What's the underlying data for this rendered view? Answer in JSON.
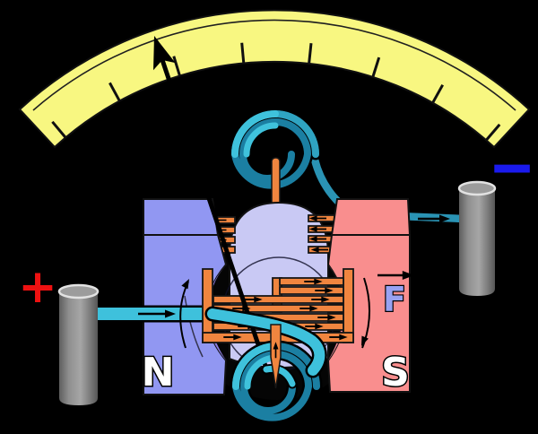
{
  "figure": {
    "kind": "galvanometer-mechanism-diagram",
    "background": "#000000"
  },
  "labels": {
    "north_pole": "N",
    "south_pole": "S",
    "force": "F",
    "positive_terminal": "+",
    "negative_terminal": "−"
  },
  "colors": {
    "scale_yellow": "#f8f781",
    "needle_black": "#000000",
    "coil_orange": "#f0853f",
    "core_lavender": "#c9c9f4",
    "magnet_north_blue": "#9197f2",
    "magnet_north_shade": "#8b7ae0",
    "magnet_south_pink": "#f98e8e",
    "magnet_south_shade": "#e5818f",
    "spring_teal_dark": "#1b7fa2",
    "spring_teal_light": "#3fc2dc",
    "wire_cyan": "#3ec1dc",
    "wire_teal_dark": "#2a93b4",
    "terminal_gray": "#8a8a8a",
    "plus_red": "#ee1111",
    "minus_blue": "#1a1aee",
    "force_label_periwinkle": "#98a2f2"
  }
}
